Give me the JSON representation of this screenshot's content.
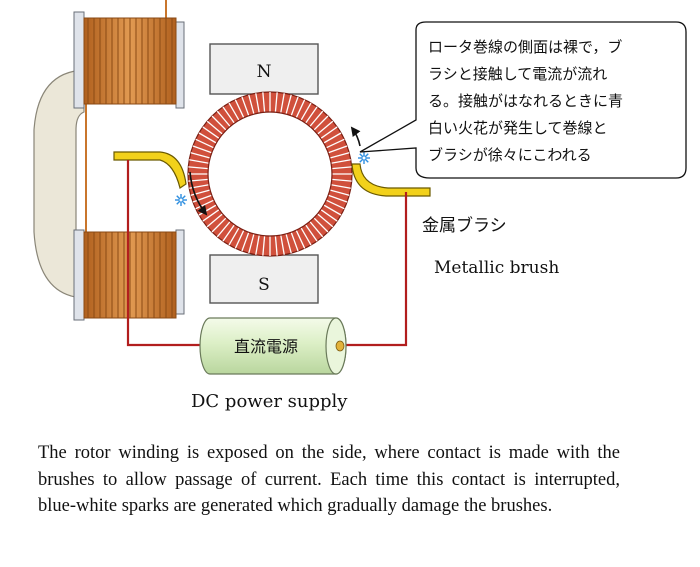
{
  "diagram": {
    "pole_north": "N",
    "pole_south": "S",
    "callout_text": [
      "ロータ巻線の側面は裸で，ブ",
      "ラシと接触して電流が流れ",
      "る。接触がはなれるときに青",
      "白い火花が発生して巻線と",
      "ブラシが徐々にこわれる"
    ],
    "brush_label_jp": "金属ブラシ",
    "brush_label_en": "Metallic brush",
    "supply_label_jp": "直流電源",
    "supply_label_en": "DC power supply"
  },
  "caption": "The rotor winding is exposed on the side, where contact is made with the brushes to allow passage of current. Each time this contact is interrupted, blue-white sparks are generated which gradually damage the brushes.",
  "colors": {
    "iron": "#ebe7d8",
    "pole": "#efefef",
    "copper": "#c9762c",
    "rotor": "#d0503c",
    "wire": "#b21e1e",
    "brush": "#f2d11b",
    "supply": "#dcefc6",
    "spark": "#2f8fe0"
  }
}
